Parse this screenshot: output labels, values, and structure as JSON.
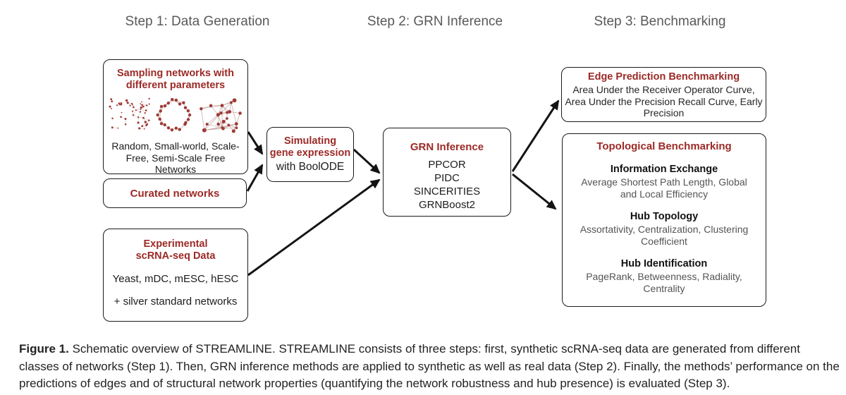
{
  "headers": {
    "step1": "Step 1: Data Generation",
    "step2": "Step 2: GRN Inference",
    "step3": "Step 3: Benchmarking"
  },
  "sampling_box": {
    "title": "Sampling networks with different parameters",
    "network_icons": [
      "random-network-icon",
      "small-world-network-icon",
      "scale-free-network-icon"
    ],
    "body": "Random, Small-world, Scale-Free, Semi-Scale Free Networks"
  },
  "curated_box": {
    "title": "Curated networks"
  },
  "experimental_box": {
    "title_line1": "Experimental",
    "title_line2": "scRNA-seq Data",
    "body_line1": "Yeast, mDC, mESC, hESC",
    "body_line2": "+ silver standard networks"
  },
  "simulating_box": {
    "title_line1": "Simulating",
    "title_line2": "gene expression",
    "subtitle": "with BoolODE"
  },
  "grn_box": {
    "title": "GRN Inference",
    "methods": [
      "PPCOR",
      "PIDC",
      "SINCERITIES",
      "GRNBoost2"
    ]
  },
  "edge_box": {
    "title": "Edge Prediction Benchmarking",
    "metrics": "Area Under the Receiver Operator Curve, Area Under the Precision Recall Curve, Early Precision"
  },
  "topo_box": {
    "title": "Topological Benchmarking",
    "sections": [
      {
        "heading": "Information Exchange",
        "items": "Average Shortest Path Length, Global and Local Efficiency"
      },
      {
        "heading": "Hub Topology",
        "items": "Assortativity, Centralization, Clustering Coefficient"
      },
      {
        "heading": "Hub Identification",
        "items": "PageRank, Betweenness, Radiality, Centrality"
      }
    ]
  },
  "caption": {
    "label": "Figure 1.",
    "text": " Schematic overview of STREAMLINE. STREAMLINE consists of three steps: first, synthetic scRNA-seq data are generated from different classes of networks (Step 1). Then, GRN inference methods are applied to synthetic as well as real data (Step 2). Finally, the methods’ performance on the predictions of edges and of structural network properties (quantifying the network robustness and hub presence) is evaluated (Step 3)."
  },
  "colors": {
    "accent_red": "#9b2a26",
    "node_red": "#9e3a36",
    "header_gray": "#595959",
    "muted_gray": "#545454",
    "arrow_black": "#141414"
  }
}
